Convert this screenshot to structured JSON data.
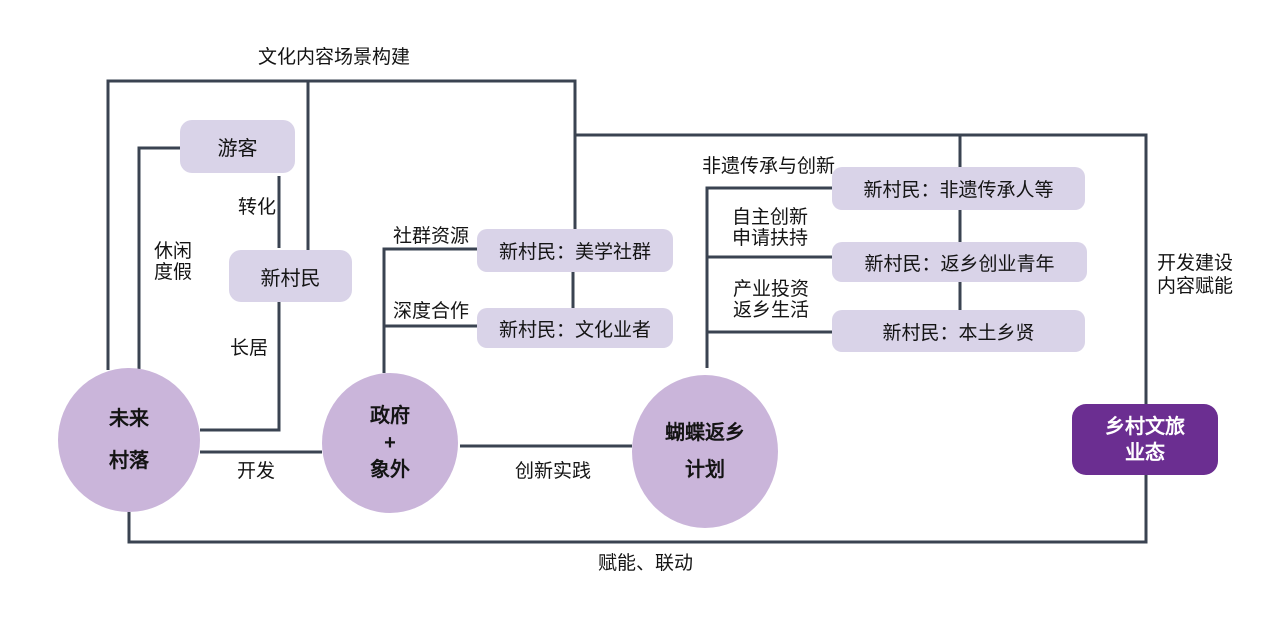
{
  "colors": {
    "line": "#3a4351",
    "light_box_fill": "#d9d3e8",
    "ellipse_fill": "#cab5da",
    "dark_box_fill": "#6b2e91",
    "dark_box_text": "#ffffff",
    "text": "#141414",
    "background": "#ffffff"
  },
  "nodes": {
    "future_village": {
      "line1": "未来",
      "line2": "村落"
    },
    "government": {
      "line1": "政府",
      "line2": "+",
      "line3": "象外"
    },
    "butterfly_plan": {
      "line1": "蝴蝶返乡",
      "line2": "计划"
    },
    "tourist": {
      "label": "游客"
    },
    "new_villager": {
      "label": "新村民"
    },
    "aesthetic_community": {
      "label": "新村民：美学社群"
    },
    "culture_worker": {
      "label": "新村民：文化业者"
    },
    "heritage_inheritor": {
      "label": "新村民：非遗传承人等"
    },
    "returning_youth": {
      "label": "新村民：返乡创业青年"
    },
    "local_sage": {
      "label": "新村民：本土乡贤"
    },
    "rural_tourism": {
      "line1": "乡村文旅",
      "line2": "业态"
    }
  },
  "labels": {
    "culture_scene": "文化内容场景构建",
    "leisure_vacation": {
      "line1": "休闲",
      "line2": "度假"
    },
    "transform": "转化",
    "long_residence": "长居",
    "develop": "开发",
    "community_resource": "社群资源",
    "deep_cooperation": "深度合作",
    "innovation_practice": "创新实践",
    "heritage_innovation": "非遗传承与创新",
    "self_innovation": {
      "line1": "自主创新",
      "line2": "申请扶持"
    },
    "industry_investment": {
      "line1": "产业投资",
      "line2": "返乡生活"
    },
    "development_empower": {
      "line1": "开发建设",
      "line2": "内容赋能"
    },
    "empower_linkage": "赋能、联动"
  }
}
